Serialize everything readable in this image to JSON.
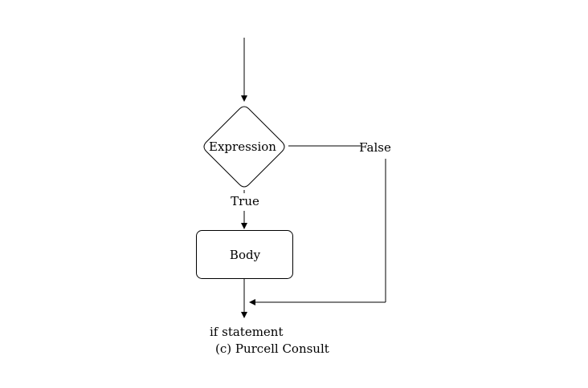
{
  "diagram": {
    "decision": {
      "label": "Expression"
    },
    "process": {
      "label": "Body"
    },
    "edges": {
      "true_label": "True",
      "false_label": "False"
    },
    "caption": {
      "title": "if statement",
      "credit": "(c) Purcell Consult"
    }
  }
}
